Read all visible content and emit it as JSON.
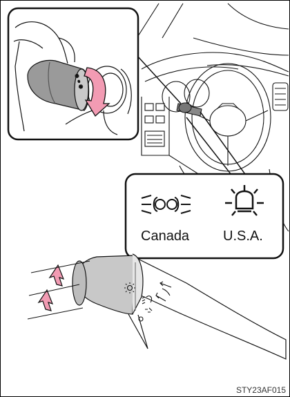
{
  "legend": {
    "canada_label": "Canada",
    "usa_label": "U.S.A.",
    "canada_icon": "parking-lights-icon",
    "usa_icon": "headlight-sun-icon"
  },
  "figure_code": "STY23AF015",
  "colors": {
    "arrow_pink": "#f29bb3",
    "lever_gray": "#c8c8c8",
    "line": "#111111"
  }
}
